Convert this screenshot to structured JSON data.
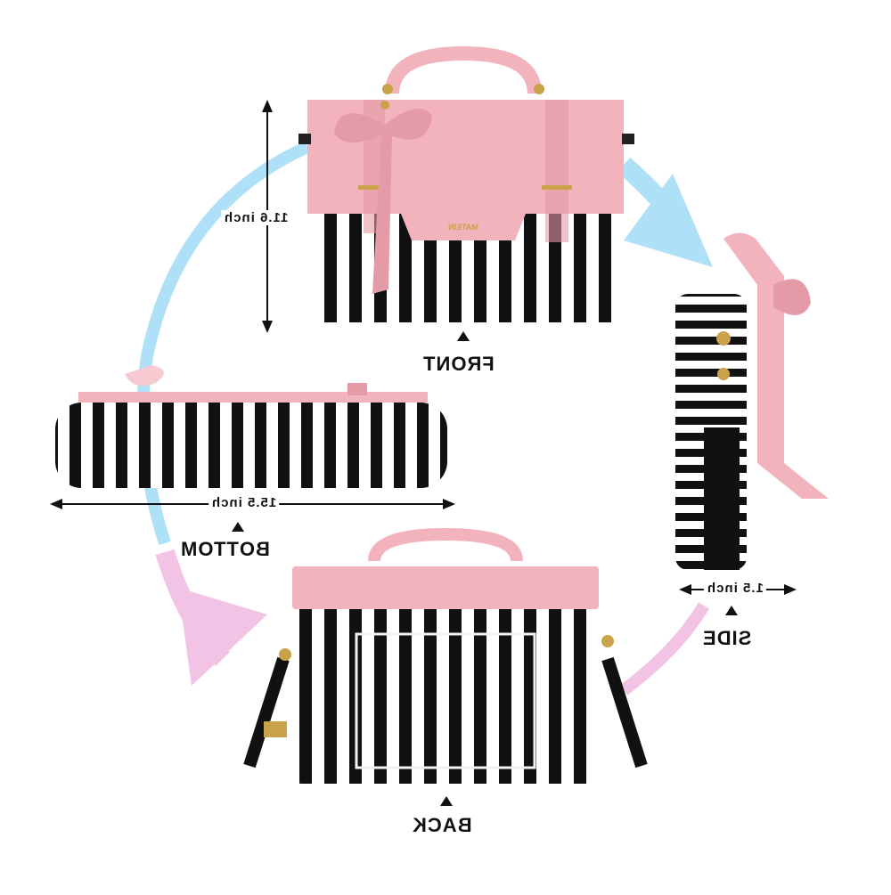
{
  "views": {
    "front": "FRONT",
    "bottom": "BOTTOM",
    "side": "SIDE",
    "back": "BACK"
  },
  "dimensions": {
    "height": "11.6 inch",
    "width": "15.5 inch",
    "depth": "1.5 inch"
  },
  "brand": "MATEIN",
  "colors": {
    "pink": "#f2b3bd",
    "pink_dark": "#e59aa7",
    "stripe_black": "#111111",
    "stripe_white": "#ffffff",
    "arrow_blue": "#aee0f7",
    "arrow_pink": "#f2c3e4",
    "gold": "#c9a24a"
  }
}
